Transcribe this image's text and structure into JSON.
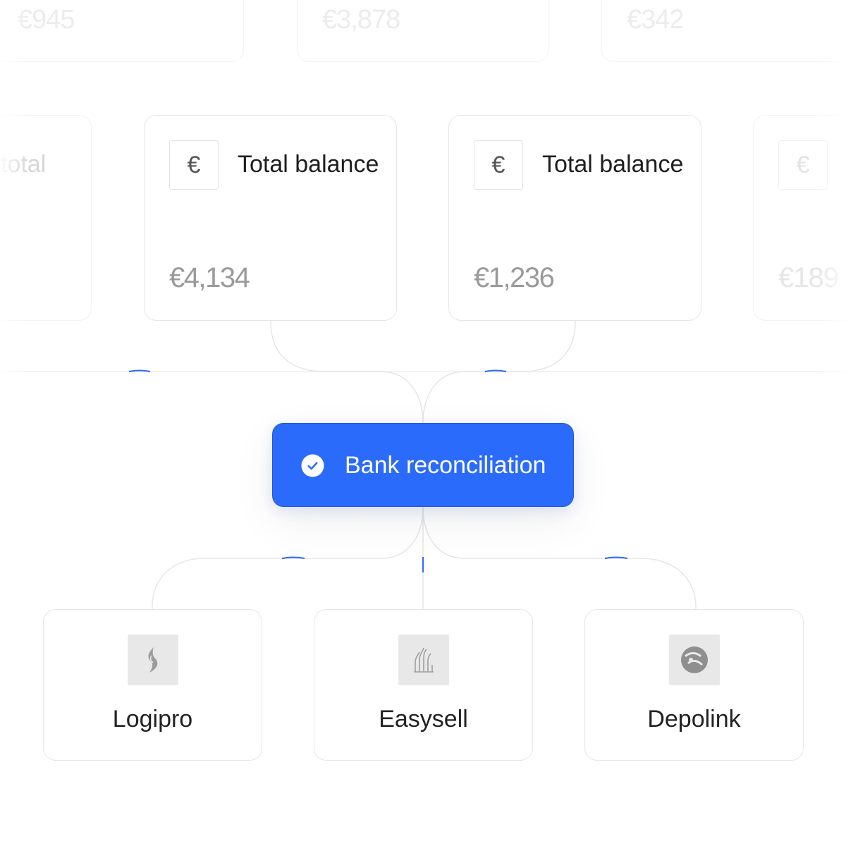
{
  "top_row": {
    "amounts": [
      "€945",
      "€3,878",
      "€342"
    ]
  },
  "balance_row": {
    "left_ghost_label": "total",
    "cards": [
      {
        "currency_symbol": "€",
        "title": "Total balance",
        "amount": "€4,134"
      },
      {
        "currency_symbol": "€",
        "title": "Total balance",
        "amount": "€1,236"
      }
    ],
    "right_ghost": {
      "currency_symbol": "€",
      "amount": "€189"
    }
  },
  "center": {
    "label": "Bank reconciliation",
    "icon": "check-circle-icon"
  },
  "integrations": [
    {
      "name": "Logipro",
      "icon": "logipro-logo"
    },
    {
      "name": "Easysell",
      "icon": "easysell-logo"
    },
    {
      "name": "Depolink",
      "icon": "depolink-logo"
    }
  ],
  "colors": {
    "accent": "#2b6bfb",
    "card_border": "#e6e6e6",
    "connector": "#e6e6e6",
    "amount_text": "#9a9a9a",
    "logo_bg": "#e8e8e8"
  }
}
